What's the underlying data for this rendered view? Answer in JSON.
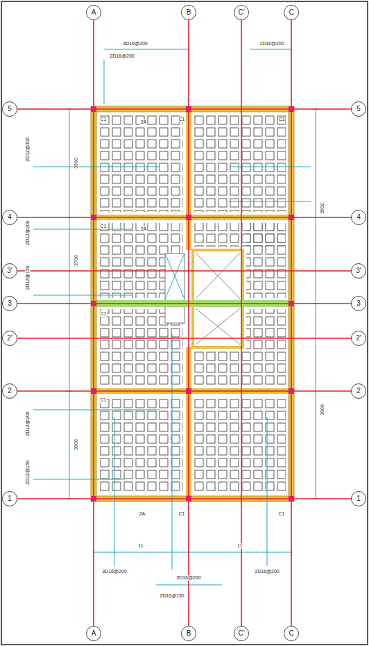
{
  "diagram": {
    "nodes": [
      {
        "text": [
          "A"
        ]
      },
      {
        "text": [
          "B"
        ]
      },
      {
        "text": [
          "C'"
        ]
      },
      {
        "text": [
          "C"
        ]
      },
      {
        "text": [
          "5"
        ]
      },
      {
        "text": [
          "4"
        ]
      },
      {
        "text": [
          "3'"
        ]
      },
      {
        "text": [
          "3"
        ]
      },
      {
        "text": [
          "2'"
        ]
      },
      {
        "text": [
          "2"
        ]
      },
      {
        "text": [
          "1"
        ]
      },
      {
        "text": [
          "5"
        ]
      },
      {
        "text": [
          "4"
        ]
      },
      {
        "text": [
          "3'"
        ]
      },
      {
        "text": [
          "3"
        ]
      },
      {
        "text": [
          "2'"
        ]
      },
      {
        "text": [
          "2"
        ]
      },
      {
        "text": [
          "1"
        ]
      },
      {
        "text": [
          "A"
        ]
      },
      {
        "text": [
          "B"
        ]
      },
      {
        "text": [
          "C'"
        ]
      },
      {
        "text": [
          "C"
        ]
      }
    ],
    "edges": [
      {
        "from": 0,
        "to": 18,
        "arrow": "none"
      },
      {
        "from": 1,
        "to": 19,
        "arrow": "none"
      },
      {
        "from": 2,
        "to": 20,
        "arrow": "none"
      },
      {
        "from": 3,
        "to": 21,
        "arrow": "none"
      },
      {
        "from": 4,
        "to": 11,
        "arrow": "none"
      },
      {
        "from": 5,
        "to": 12,
        "arrow": "none"
      },
      {
        "from": 6,
        "to": 13,
        "arrow": "none"
      },
      {
        "from": 7,
        "to": 14,
        "arrow": "none"
      },
      {
        "from": 8,
        "to": 15,
        "arrow": "none"
      },
      {
        "from": 9,
        "to": 16,
        "arrow": "none"
      },
      {
        "from": 10,
        "to": 17,
        "arrow": "none"
      }
    ],
    "labels": [
      "3D16@200",
      "2D16@200",
      "2D16@200",
      "2D12@300",
      "2D12@200",
      "2D12@150",
      "2D12@200",
      "2D12@150",
      "3900",
      "2700",
      "3900",
      "3900",
      "3900",
      "C1",
      "2A",
      "C1",
      "C1",
      "C1",
      "2A",
      "C1",
      "C1",
      "2A",
      "C1",
      "C1",
      "11",
      "11",
      "3D16@200",
      "3D16@200",
      "2D16@200",
      "2D16@150"
    ]
  }
}
